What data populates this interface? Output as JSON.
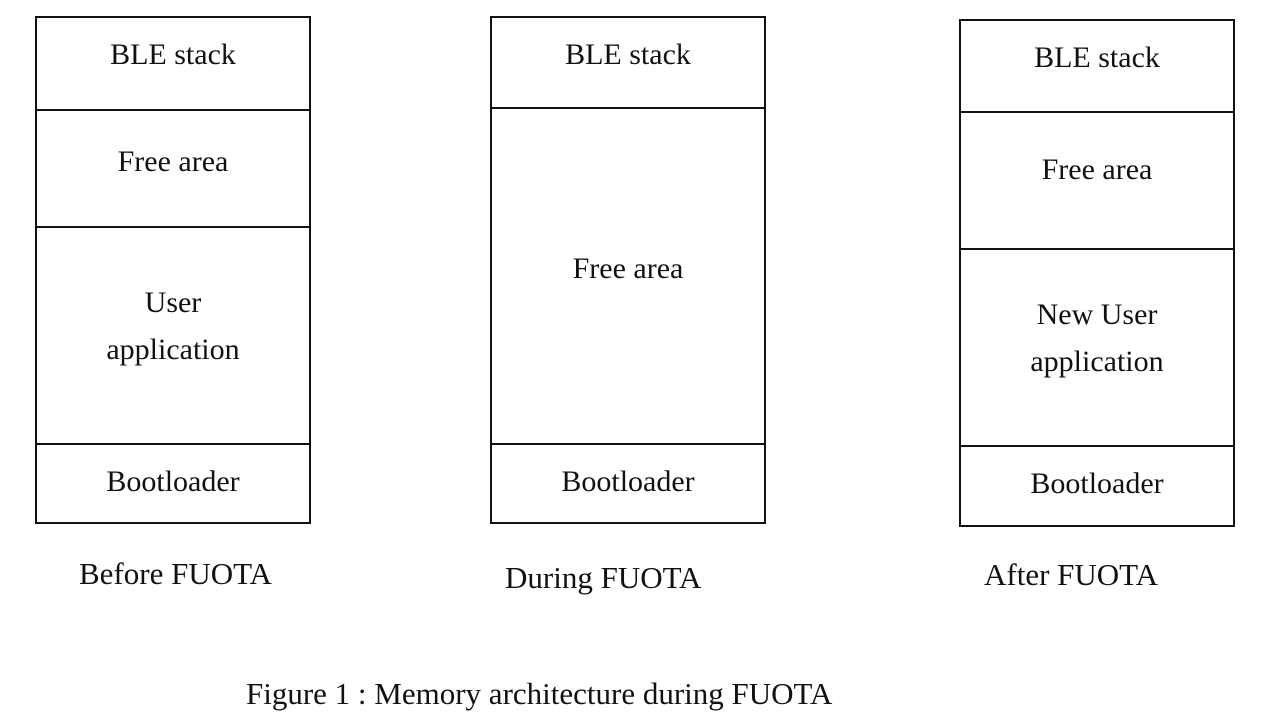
{
  "stacks": [
    {
      "caption": "Before FUOTA",
      "blocks": [
        "BLE stack",
        "Free area",
        "User\napplication",
        "Bootloader"
      ]
    },
    {
      "caption": "During FUOTA",
      "blocks": [
        "BLE stack",
        "Free area",
        "Bootloader"
      ]
    },
    {
      "caption": "After FUOTA",
      "blocks": [
        "BLE stack",
        "Free area",
        "New User\napplication",
        "Bootloader"
      ]
    }
  ],
  "figure_caption": "Figure 1 : Memory architecture during FUOTA"
}
